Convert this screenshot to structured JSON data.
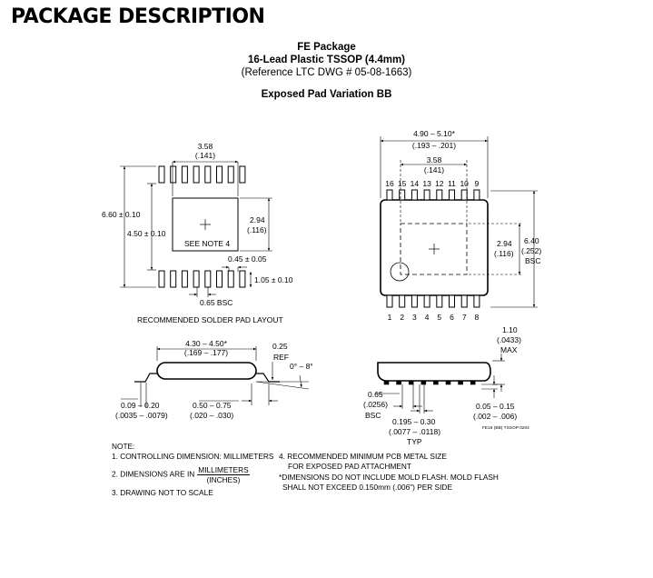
{
  "heading": "PACKAGE DESCRIPTION",
  "package": {
    "name": "FE Package",
    "type": "16-Lead Plastic TSSOP (4.4mm)",
    "reference": "(Reference LTC DWG # 05-08-1663)",
    "variation": "Exposed Pad Variation BB"
  },
  "solder_pad": {
    "pad_width_mm": "3.58",
    "pad_width_in": "(.141)",
    "overall_height": "6.60 ± 0.10",
    "inner_height": "4.50 ± 0.10",
    "pad_height_mm": "2.94",
    "pad_height_in": "(.116)",
    "see_note": "SEE NOTE 4",
    "lead_width": "0.45 ± 0.05",
    "lead_length": "1.05 ± 0.10",
    "pitch": "0.65 BSC",
    "caption": "RECOMMENDED SOLDER PAD LAYOUT"
  },
  "top_view": {
    "body_length_mm": "4.90 – 5.10*",
    "body_length_in": "(.193 – .201)",
    "pad_width_mm": "3.58",
    "pad_width_in": "(.141)",
    "pins_top": [
      "16",
      "15",
      "14",
      "13",
      "12",
      "11",
      "10",
      "9"
    ],
    "pins_bottom": [
      "1",
      "2",
      "3",
      "4",
      "5",
      "6",
      "7",
      "8"
    ],
    "pad_height_mm": "2.94",
    "pad_height_in": "(.116)",
    "overall_width_mm": "6.40",
    "overall_width_in": "(.252)",
    "overall_width_note": "BSC"
  },
  "side_view": {
    "body_width_mm": "4.30 – 4.50*",
    "body_width_in": "(.169 – .177)",
    "ref_value": "0.25",
    "ref_label": "REF",
    "angle": "0° – 8°",
    "foot_thickness_mm": "0.09 – 0.20",
    "foot_thickness_in": "(.0035 – .0079)",
    "foot_length_mm": "0.50 – 0.75",
    "foot_length_in": "(.020 – .030)"
  },
  "end_view": {
    "height_mm": "1.10",
    "height_in": "(.0433)",
    "height_note": "MAX",
    "pitch_mm": "0.65",
    "pitch_in": "(.0256)",
    "pitch_note": "BSC",
    "lead_width_mm": "0.195 – 0.30",
    "lead_width_in": "(.0077 – .0118)",
    "lead_width_note": "TYP",
    "standoff_mm": "0.05 – 0.15",
    "standoff_in": "(.002 – .006)",
    "drawing_code": "FE16 (BB) TSSOP 0204"
  },
  "notes": {
    "title": "NOTE:",
    "n1": "1. CONTROLLING DIMENSION: MILLIMETERS",
    "n2_prefix": "2. DIMENSIONS ARE IN",
    "n2_num": "MILLIMETERS",
    "n2_den": "(INCHES)",
    "n3": "3. DRAWING NOT TO SCALE",
    "n4_line1": "4. RECOMMENDED MINIMUM PCB METAL SIZE",
    "n4_line2": "FOR EXPOSED PAD ATTACHMENT",
    "star_line1": "*DIMENSIONS DO NOT INCLUDE MOLD FLASH. MOLD FLASH",
    "star_line2": "SHALL NOT EXCEED 0.150mm (.006\") PER SIDE"
  }
}
